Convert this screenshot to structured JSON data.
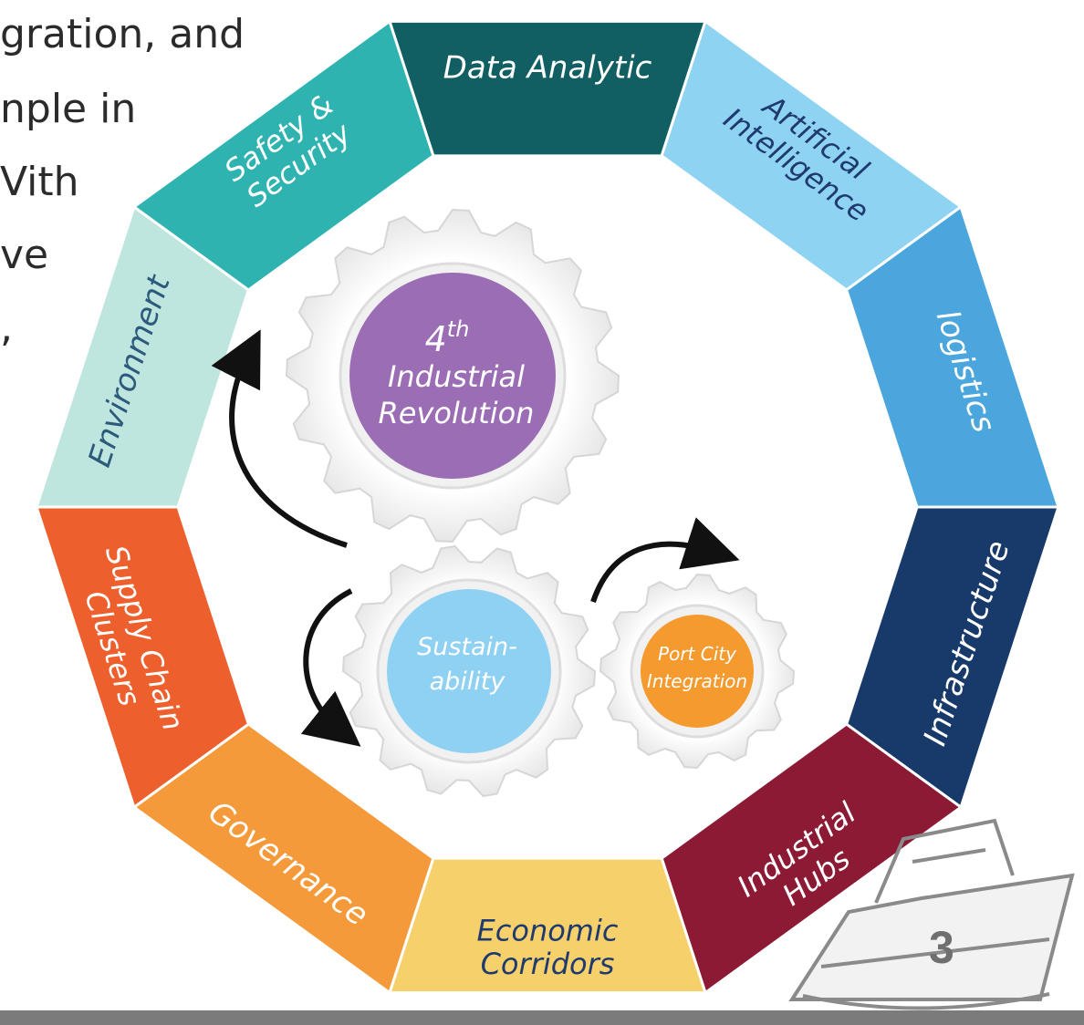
{
  "background_text": [
    "gration, and",
    "nple in",
    "Vith",
    "ve",
    ","
  ],
  "center": {
    "gear_main": {
      "lines": [
        "4",
        "Industrial",
        "Revolution"
      ],
      "superscript": "th",
      "color": "#9b6db5"
    },
    "gear_sustain": {
      "lines": [
        "Sustain-",
        "ability"
      ],
      "color": "#8fd1f2"
    },
    "gear_port": {
      "lines": [
        "Port City",
        "Integration"
      ],
      "color": "#f59a2e"
    }
  },
  "segments": [
    {
      "id": "data-analytic",
      "lines": [
        "Data Analytic"
      ],
      "color": "#125f63",
      "text_color": "#ffffff"
    },
    {
      "id": "artificial-intelligence",
      "lines": [
        "Artificial",
        "Intelligence"
      ],
      "color": "#8fd3f3",
      "text_color": "#1f3a6e"
    },
    {
      "id": "logistics",
      "lines": [
        "logistics"
      ],
      "color": "#4aa6dc",
      "text_color": "#ffffff"
    },
    {
      "id": "infrastructure",
      "lines": [
        "Infrastructure"
      ],
      "color": "#183a6a",
      "text_color": "#ffffff"
    },
    {
      "id": "industrial-hubs",
      "lines": [
        "Industrial",
        "Hubs"
      ],
      "color": "#8c1a35",
      "text_color": "#ffffff"
    },
    {
      "id": "economic-corridors",
      "lines": [
        "Economic",
        "Corridors"
      ],
      "color": "#f6d06a",
      "text_color": "#1f3a6e"
    },
    {
      "id": "governance",
      "lines": [
        "Governance"
      ],
      "color": "#f59a3a",
      "text_color": "#ffffff"
    },
    {
      "id": "supply-chain-clusters",
      "lines": [
        "Supply Chain",
        "Clusters"
      ],
      "color": "#ee5f2e",
      "text_color": "#ffffff"
    },
    {
      "id": "environment",
      "lines": [
        "Environment"
      ],
      "color": "#bfe5df",
      "text_color": "#2b5a7a"
    },
    {
      "id": "safety-security",
      "lines": [
        "Safety &",
        "Security"
      ],
      "color": "#2eb3b0",
      "text_color": "#ffffff"
    }
  ],
  "page_number": "3"
}
